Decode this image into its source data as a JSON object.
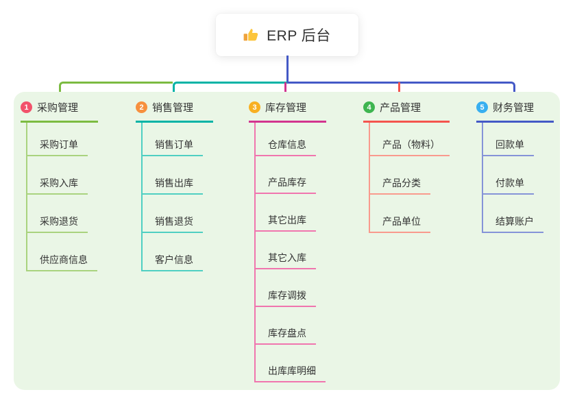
{
  "root": {
    "title": "ERP 后台",
    "icon": "thumbs-up",
    "stem_color": "#4459C6"
  },
  "board": {
    "background": "#EAF6E6"
  },
  "branches": [
    {
      "num": "1",
      "label": "采购管理",
      "colors": {
        "badge": "#F2526B",
        "line": "#7CBB41",
        "child_line": "#A9D37E"
      },
      "children": [
        "采购订单",
        "采购入库",
        "采购退货",
        "供应商信息"
      ]
    },
    {
      "num": "2",
      "label": "销售管理",
      "colors": {
        "badge": "#F7903E",
        "line": "#00B3A6",
        "child_line": "#4FCFC2"
      },
      "children": [
        "销售订单",
        "销售出库",
        "销售退货",
        "客户信息"
      ]
    },
    {
      "num": "3",
      "label": "库存管理",
      "colors": {
        "badge": "#F8B022",
        "line": "#D2348F",
        "child_line": "#F075AE"
      },
      "children": [
        "仓库信息",
        "产品库存",
        "其它出库",
        "其它入库",
        "库存调拨",
        "库存盘点",
        "出库库明细"
      ]
    },
    {
      "num": "4",
      "label": "产品管理",
      "colors": {
        "badge": "#3EB550",
        "line": "#F4544E",
        "child_line": "#F99A8D"
      },
      "children": [
        "产品（物料）",
        "产品分类",
        "产品单位"
      ]
    },
    {
      "num": "5",
      "label": "财务管理",
      "colors": {
        "badge": "#38AFF0",
        "line": "#4459C6",
        "child_line": "#8593D8"
      },
      "children": [
        "回款单",
        "付款单",
        "结算账户"
      ]
    }
  ]
}
